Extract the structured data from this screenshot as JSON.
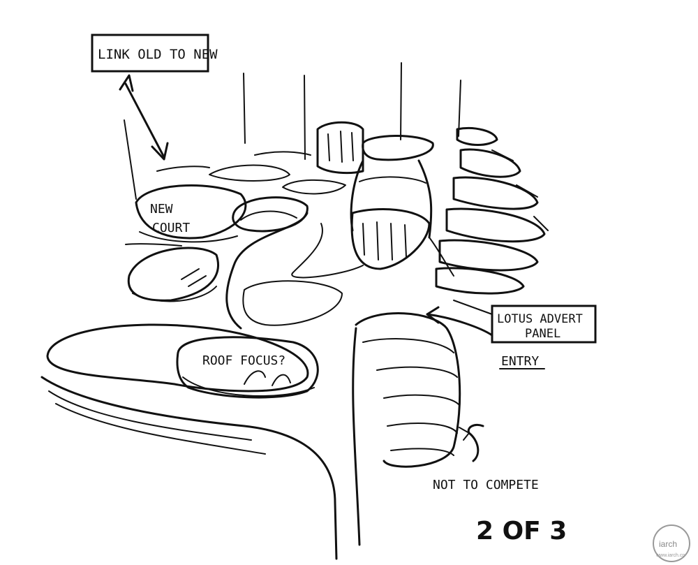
{
  "sketch": {
    "labels": {
      "link_old_to_new": "LINK OLD TO NEW",
      "new_court_line1": "NEW",
      "new_court_line2": "COURT",
      "roof_focus": "ROOF FOCUS?",
      "lotus_advert_line1": "LOTUS ADVERT",
      "lotus_advert_line2": "PANEL",
      "entry": "ENTRY",
      "not_to_compete": "NOT TO COMPETE",
      "page_number": "2 OF 3"
    },
    "watermark_text": "www.iarch.cn",
    "ink_color": "#111111",
    "paper_color": "#ffffff"
  }
}
